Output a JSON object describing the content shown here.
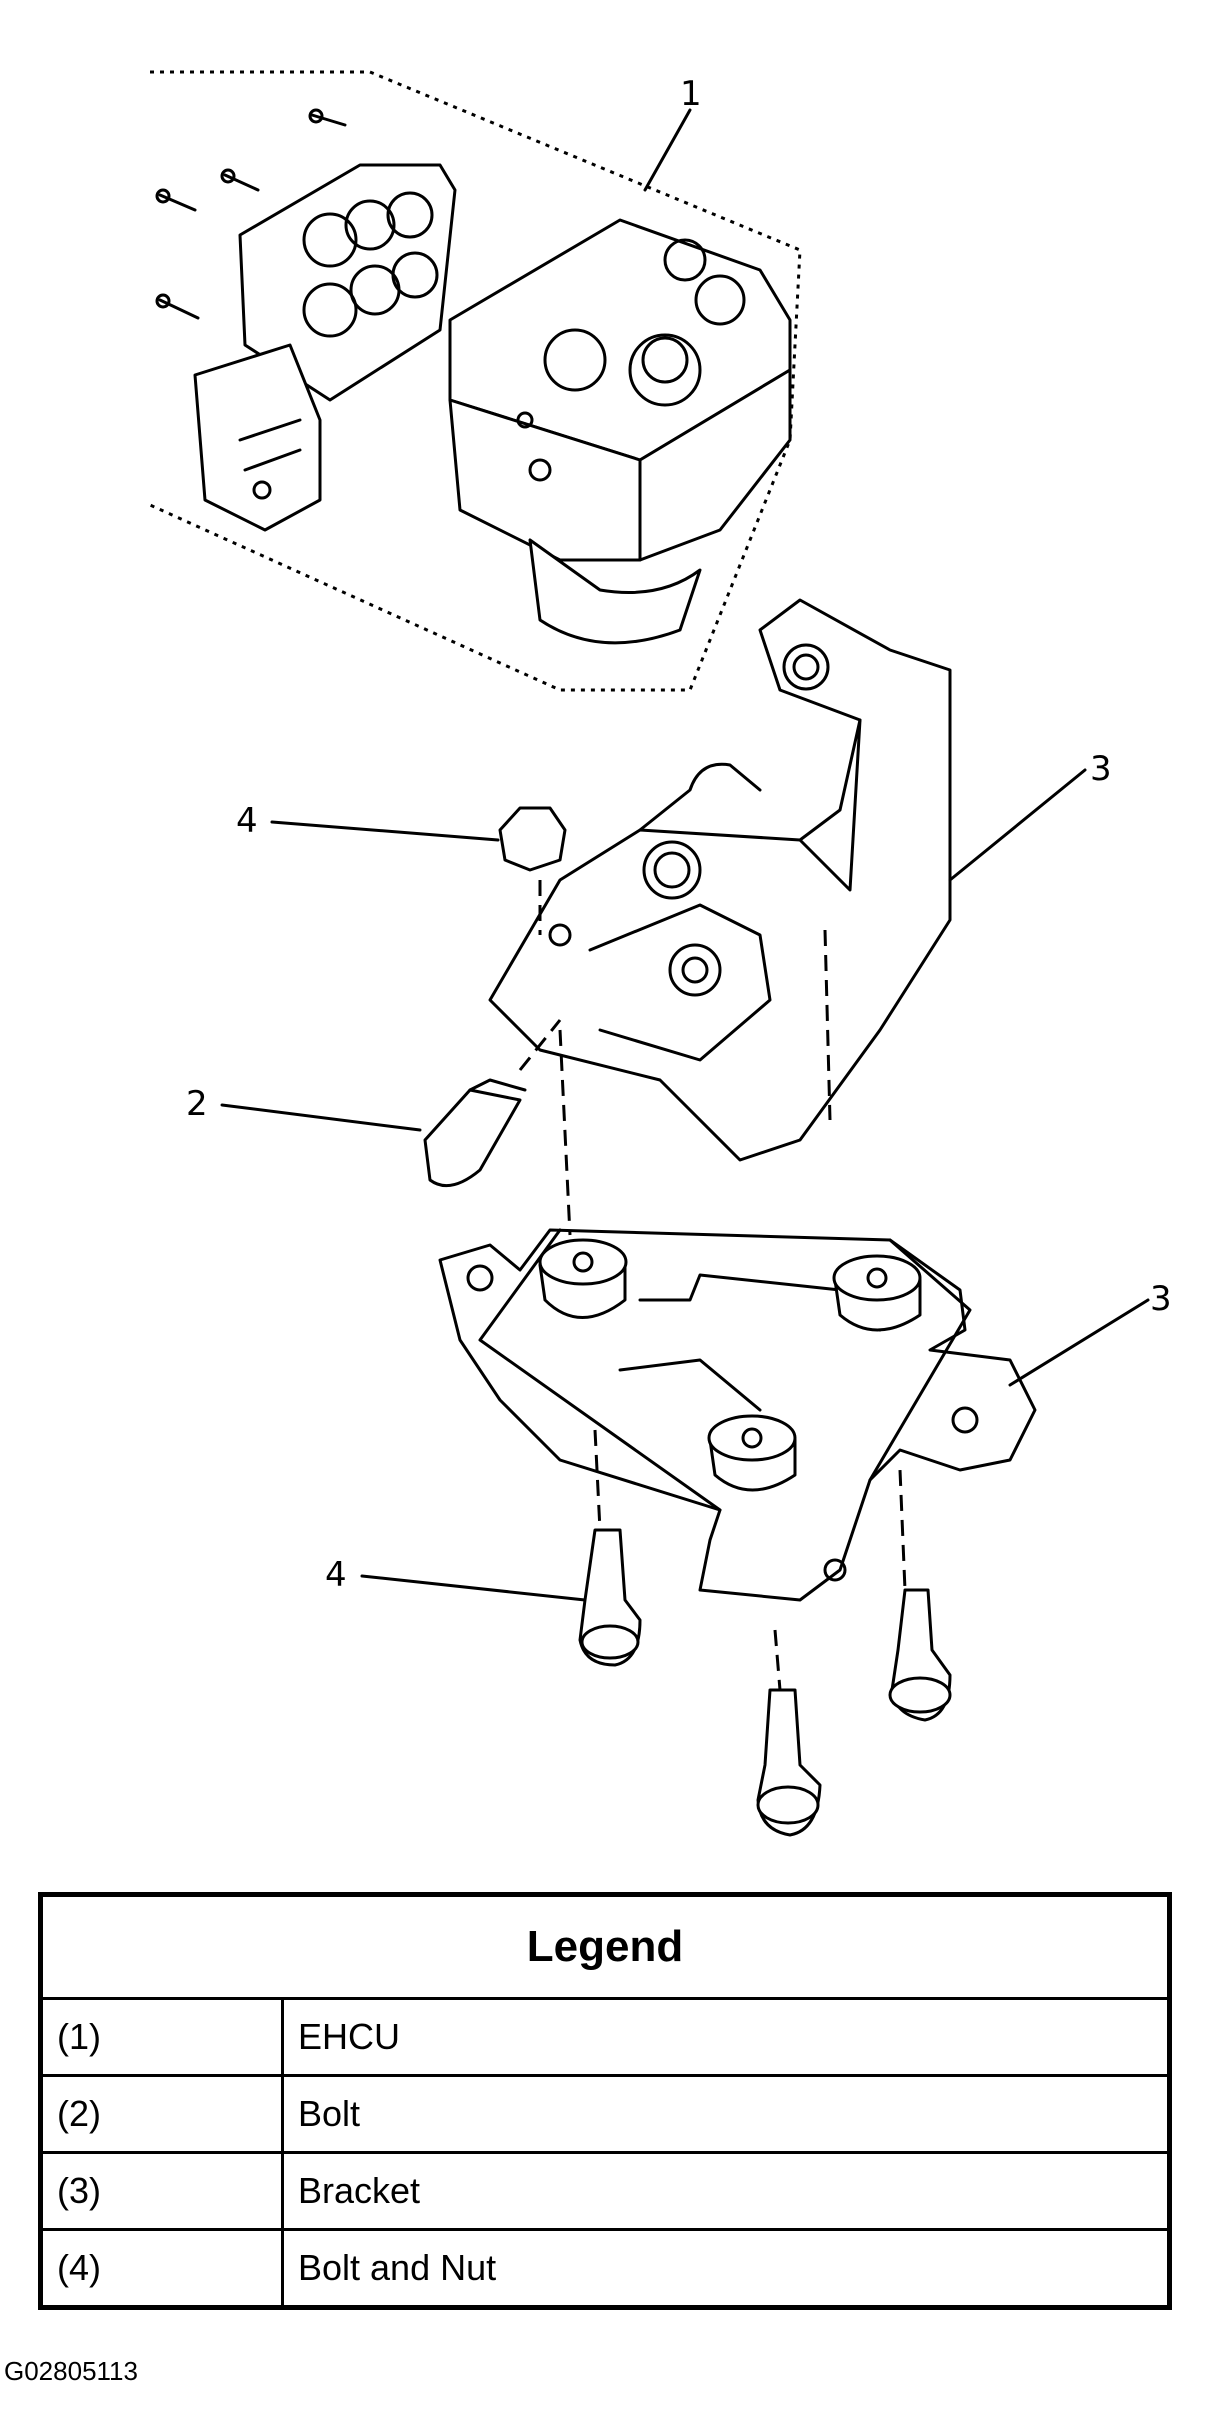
{
  "callouts": {
    "c1": "1",
    "c2": "2",
    "c3a": "3",
    "c3b": "3",
    "c4a": "4",
    "c4b": "4"
  },
  "legend": {
    "title": "Legend",
    "rows": [
      {
        "num": "(1)",
        "label": "EHCU"
      },
      {
        "num": "(2)",
        "label": "Bolt"
      },
      {
        "num": "(3)",
        "label": "Bracket"
      },
      {
        "num": "(4)",
        "label": "Bolt and Nut"
      }
    ]
  },
  "figure_id": "G02805113"
}
